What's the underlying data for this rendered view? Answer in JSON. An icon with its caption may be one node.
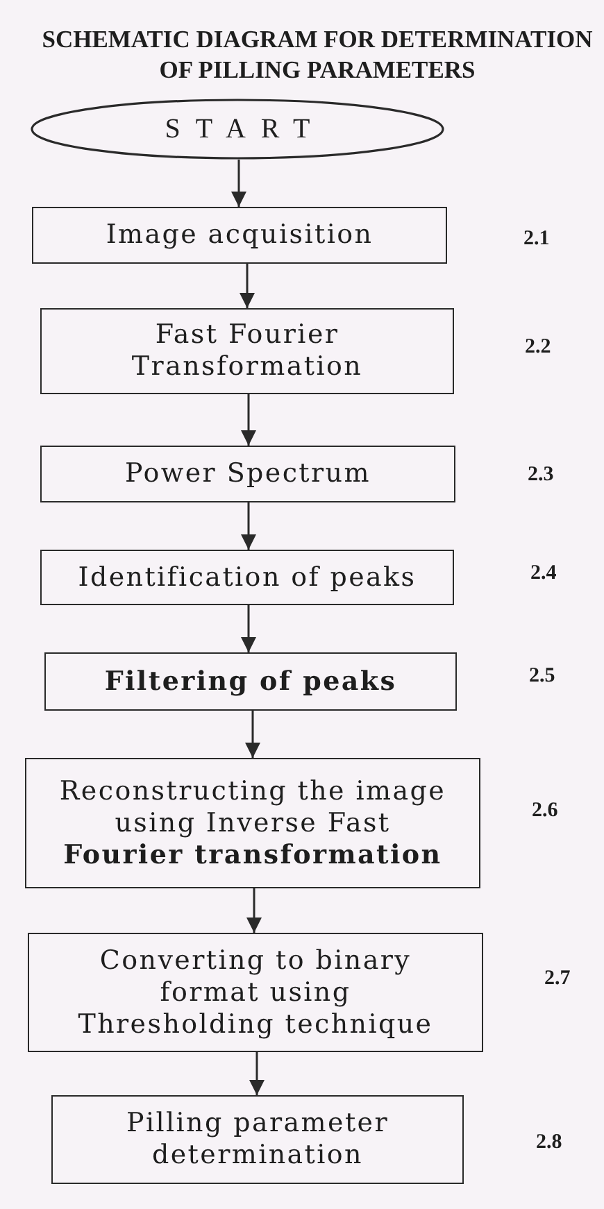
{
  "diagram": {
    "title": "SCHEMATIC DIAGRAM FOR DETERMINATION OF PILLING PARAMETERS",
    "nodes": [
      {
        "text": [
          "START"
        ]
      },
      {
        "text": [
          "Image acquisition"
        ],
        "beside": [
          "2.1"
        ]
      },
      {
        "text": [
          "Fast Fourier Transformation"
        ],
        "beside": [
          "2.2"
        ]
      },
      {
        "text": [
          "Power Spectrum"
        ],
        "beside": [
          "2.3"
        ]
      },
      {
        "text": [
          "Identification of peaks"
        ],
        "beside": [
          "2.4"
        ]
      },
      {
        "text": [
          "Filtering of peaks"
        ],
        "beside": [
          "2.5"
        ]
      },
      {
        "text": [
          "Reconstructing the image using Inverse Fast **Fourier transformation**"
        ],
        "beside": [
          "2.6"
        ]
      },
      {
        "text": [
          "Converting to binary format using Thresholding technique"
        ],
        "beside": [
          "2.7"
        ]
      },
      {
        "text": [
          "Pilling parameter determination"
        ],
        "beside": [
          "2.8"
        ]
      }
    ],
    "edges": [
      {
        "from": 0,
        "to": 1,
        "arrow": "to"
      },
      {
        "from": 1,
        "to": 2,
        "arrow": "to"
      },
      {
        "from": 2,
        "to": 3,
        "arrow": "to"
      },
      {
        "from": 3,
        "to": 4,
        "arrow": "to"
      },
      {
        "from": 4,
        "to": 5,
        "arrow": "to"
      },
      {
        "from": 5,
        "to": 6,
        "arrow": "to"
      },
      {
        "from": 6,
        "to": 7,
        "arrow": "to"
      },
      {
        "from": 7,
        "to": 8,
        "arrow": "to"
      }
    ]
  }
}
